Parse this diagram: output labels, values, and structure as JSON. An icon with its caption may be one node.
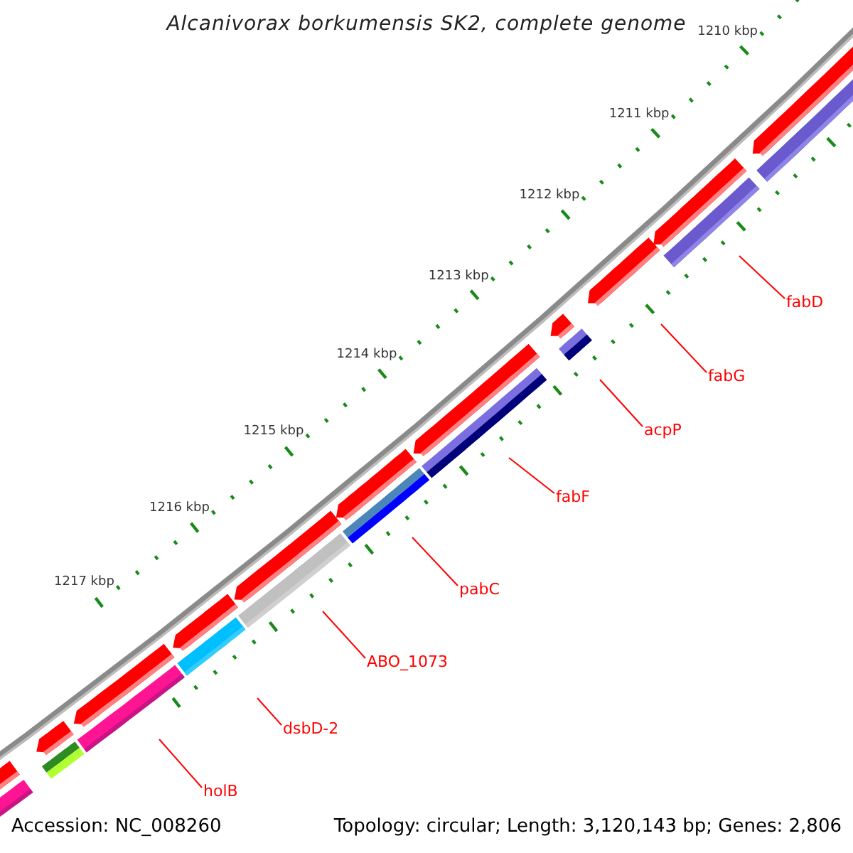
{
  "diagram": {
    "title": "Alcanivorax borkumensis SK2, complete genome",
    "nodes": [
      {
        "text": [
          "fabD"
        ]
      },
      {
        "text": [
          "fabG"
        ]
      },
      {
        "text": [
          "acpP"
        ]
      },
      {
        "text": [
          "fabF"
        ]
      },
      {
        "text": [
          "pabC"
        ]
      },
      {
        "text": [
          "ABO_1073"
        ]
      },
      {
        "text": [
          "dsbD-2"
        ]
      },
      {
        "text": [
          "holB"
        ]
      }
    ],
    "edges": [
      {
        "from": 0,
        "to": null,
        "arrow": "none"
      },
      {
        "from": 1,
        "to": null,
        "arrow": "none"
      },
      {
        "from": 2,
        "to": null,
        "arrow": "none"
      },
      {
        "from": 3,
        "to": null,
        "arrow": "none"
      },
      {
        "from": 4,
        "to": null,
        "arrow": "none"
      },
      {
        "from": 5,
        "to": null,
        "arrow": "none"
      },
      {
        "from": 6,
        "to": null,
        "arrow": "none"
      },
      {
        "from": 7,
        "to": null,
        "arrow": "none"
      }
    ],
    "labels": [
      "1210 kbp",
      "1211 kbp",
      "1212 kbp",
      "1213 kbp",
      "1214 kbp",
      "1215 kbp",
      "1216 kbp",
      "1217 kbp",
      "Accession: NC_008260",
      "Topology: circular; Length: 3,120,143 bp; Genes: 2,806"
    ]
  }
}
